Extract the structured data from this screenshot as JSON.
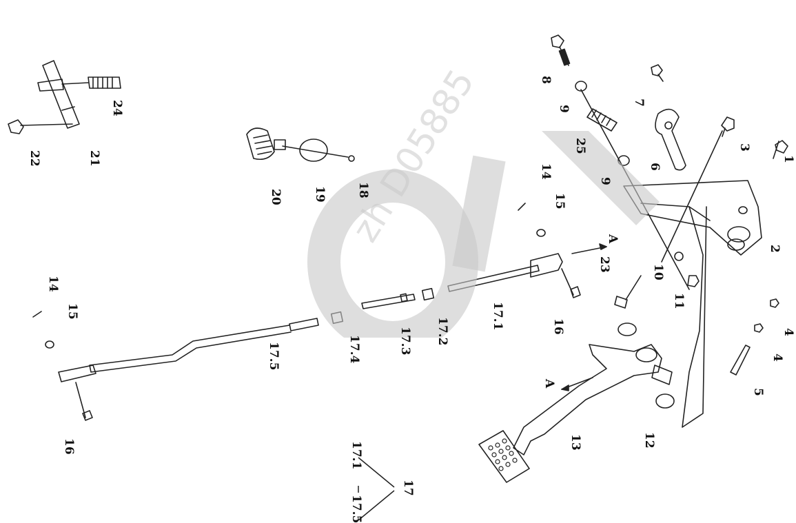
{
  "diagram": {
    "part_labels": {
      "l1": "1",
      "l2": "2",
      "l3": "3",
      "l4a": "4",
      "l4b": "4",
      "l5": "5",
      "l6": "6",
      "l7": "7",
      "l8": "8",
      "l9a": "9",
      "l9b": "9",
      "l10": "10",
      "l11": "11",
      "l12": "12",
      "l13": "13",
      "l14a": "14",
      "l14b": "14",
      "l15a": "15",
      "l15b": "15",
      "l16a": "16",
      "l16b": "16",
      "l171": "17.1",
      "l172": "17.2",
      "l173": "17.3",
      "l174": "17.4",
      "l175": "17.5",
      "l18": "18",
      "l19": "19",
      "l20": "20",
      "l21": "21",
      "l22": "22",
      "l23": "23",
      "l24": "24",
      "l25": "25",
      "arrowA1": "A",
      "arrowA2": "A"
    },
    "legend": {
      "from": "17.1",
      "to": "17.5",
      "group": "17"
    },
    "watermark": "zh D05885"
  },
  "colors": {
    "line": "#222222",
    "watermark": "#c8c8c8"
  }
}
